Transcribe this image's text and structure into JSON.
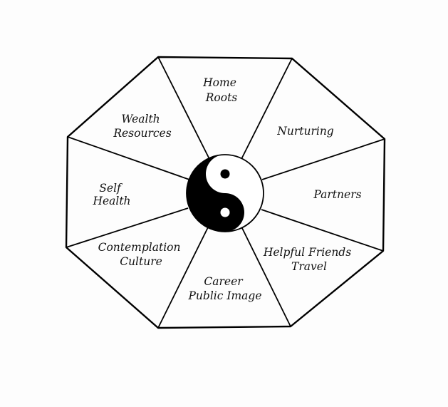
{
  "sectors": [
    {
      "id": "top",
      "lines": [
        "Home",
        "Roots"
      ]
    },
    {
      "id": "upper-right",
      "lines": [
        "Nurturing"
      ]
    },
    {
      "id": "right",
      "lines": [
        "Partners"
      ]
    },
    {
      "id": "lower-right",
      "lines": [
        "Helpful Friends",
        "Travel"
      ]
    },
    {
      "id": "bottom",
      "lines": [
        "Career",
        "Public Image"
      ]
    },
    {
      "id": "lower-left",
      "lines": [
        "Contemplation",
        "Culture"
      ]
    },
    {
      "id": "left",
      "lines": [
        "Self",
        "Health"
      ]
    },
    {
      "id": "upper-left",
      "lines": [
        "Wealth",
        "Resources"
      ]
    }
  ],
  "center": {
    "symbol": "yin-yang-icon"
  },
  "colors": {
    "ink": "#000000",
    "paper": "#ffffff"
  }
}
